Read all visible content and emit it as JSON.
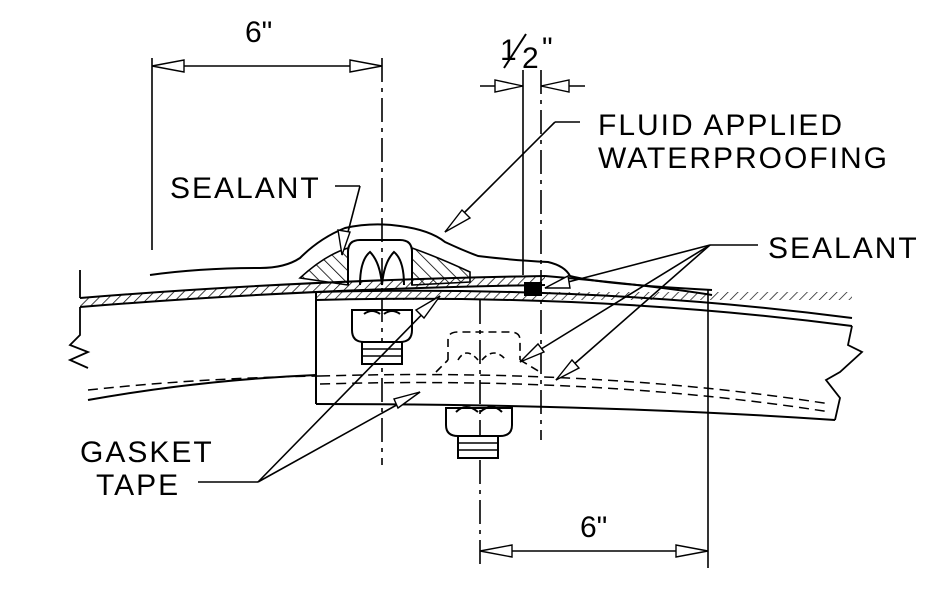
{
  "labels": {
    "dim_top_left": "6\"",
    "dim_half_inch": "1/2\"",
    "dim_half_inch_num": "1",
    "dim_half_inch_den": "2",
    "dim_half_inch_mark": "\"",
    "dim_bottom_right": "6\"",
    "fluid_line1": "FLUID APPLIED",
    "fluid_line2": "WATERPROOFING",
    "sealant_left": "SEALANT",
    "sealant_right": "SEALANT",
    "gasket_line1": "GASKET",
    "gasket_line2": "TAPE"
  }
}
